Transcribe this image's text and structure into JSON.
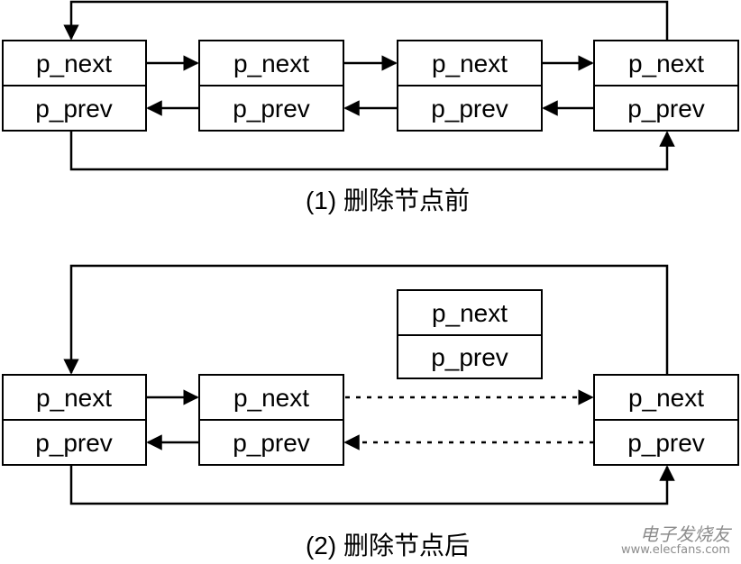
{
  "fields": {
    "next": "p_next",
    "prev": "p_prev"
  },
  "captions": {
    "before": "(1) 删除节点前",
    "after": "(2) 删除节点后"
  },
  "watermark": {
    "brand": "电子发烧友",
    "site": "www.elecfans.com"
  },
  "colors": {
    "line": "#000000",
    "box_border": "#000000",
    "background": "#ffffff",
    "watermark": "#8c8c8c"
  }
}
